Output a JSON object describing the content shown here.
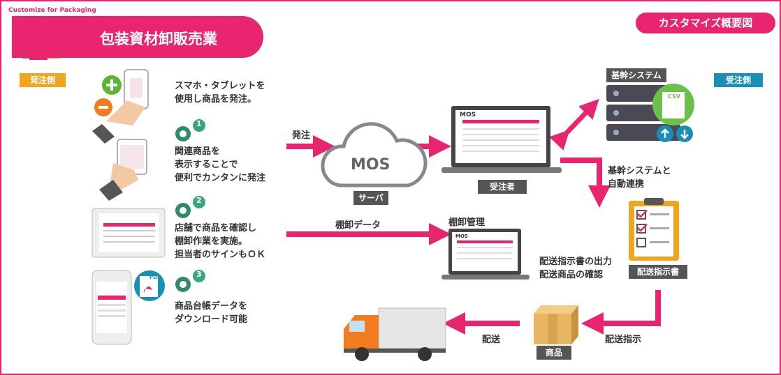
{
  "header": {
    "brand": "Customize for Packaging",
    "title": "包装資材卸販売業",
    "badge": "カスタマイズ概要図"
  },
  "tags": {
    "left": "発注側",
    "right": "受注側"
  },
  "steps": [
    {
      "text": [
        "スマホ・タブレットを",
        "使用し商品を発注。"
      ]
    },
    {
      "number": "1",
      "text": [
        "関連商品を",
        "表示することで",
        "便利でカンタンに発注"
      ]
    },
    {
      "number": "2",
      "text": [
        "店舗で商品を確認し",
        "棚卸作業を実施。",
        "担当者のサインもＯＫ"
      ]
    },
    {
      "number": "3",
      "text": [
        "商品台帳データを",
        "ダウンロード可能"
      ]
    }
  ],
  "flow": {
    "order": "発注",
    "inventory_data": "棚卸データ",
    "cloud_logo": "MOS",
    "server": "サーバ",
    "receiver": "受注者",
    "inventory_mgmt": "棚卸管理",
    "core_system": "基幹システム",
    "core_link": [
      "基幹システムと",
      "自動連携"
    ],
    "dispatch_output": [
      "配送指示書の出力",
      "配送商品の確認"
    ],
    "dispatch_doc": "配送指示書",
    "dispatch_instruction": "配送指示",
    "product": "商品",
    "delivery": "配送",
    "csv": "CSV",
    "pdf": "PDF",
    "screen_logo": "MOS"
  },
  "colors": {
    "accent": "#e8256e",
    "left_tag": "#f0a51e",
    "right_tag": "#1a8fb6",
    "label": "#555555"
  }
}
